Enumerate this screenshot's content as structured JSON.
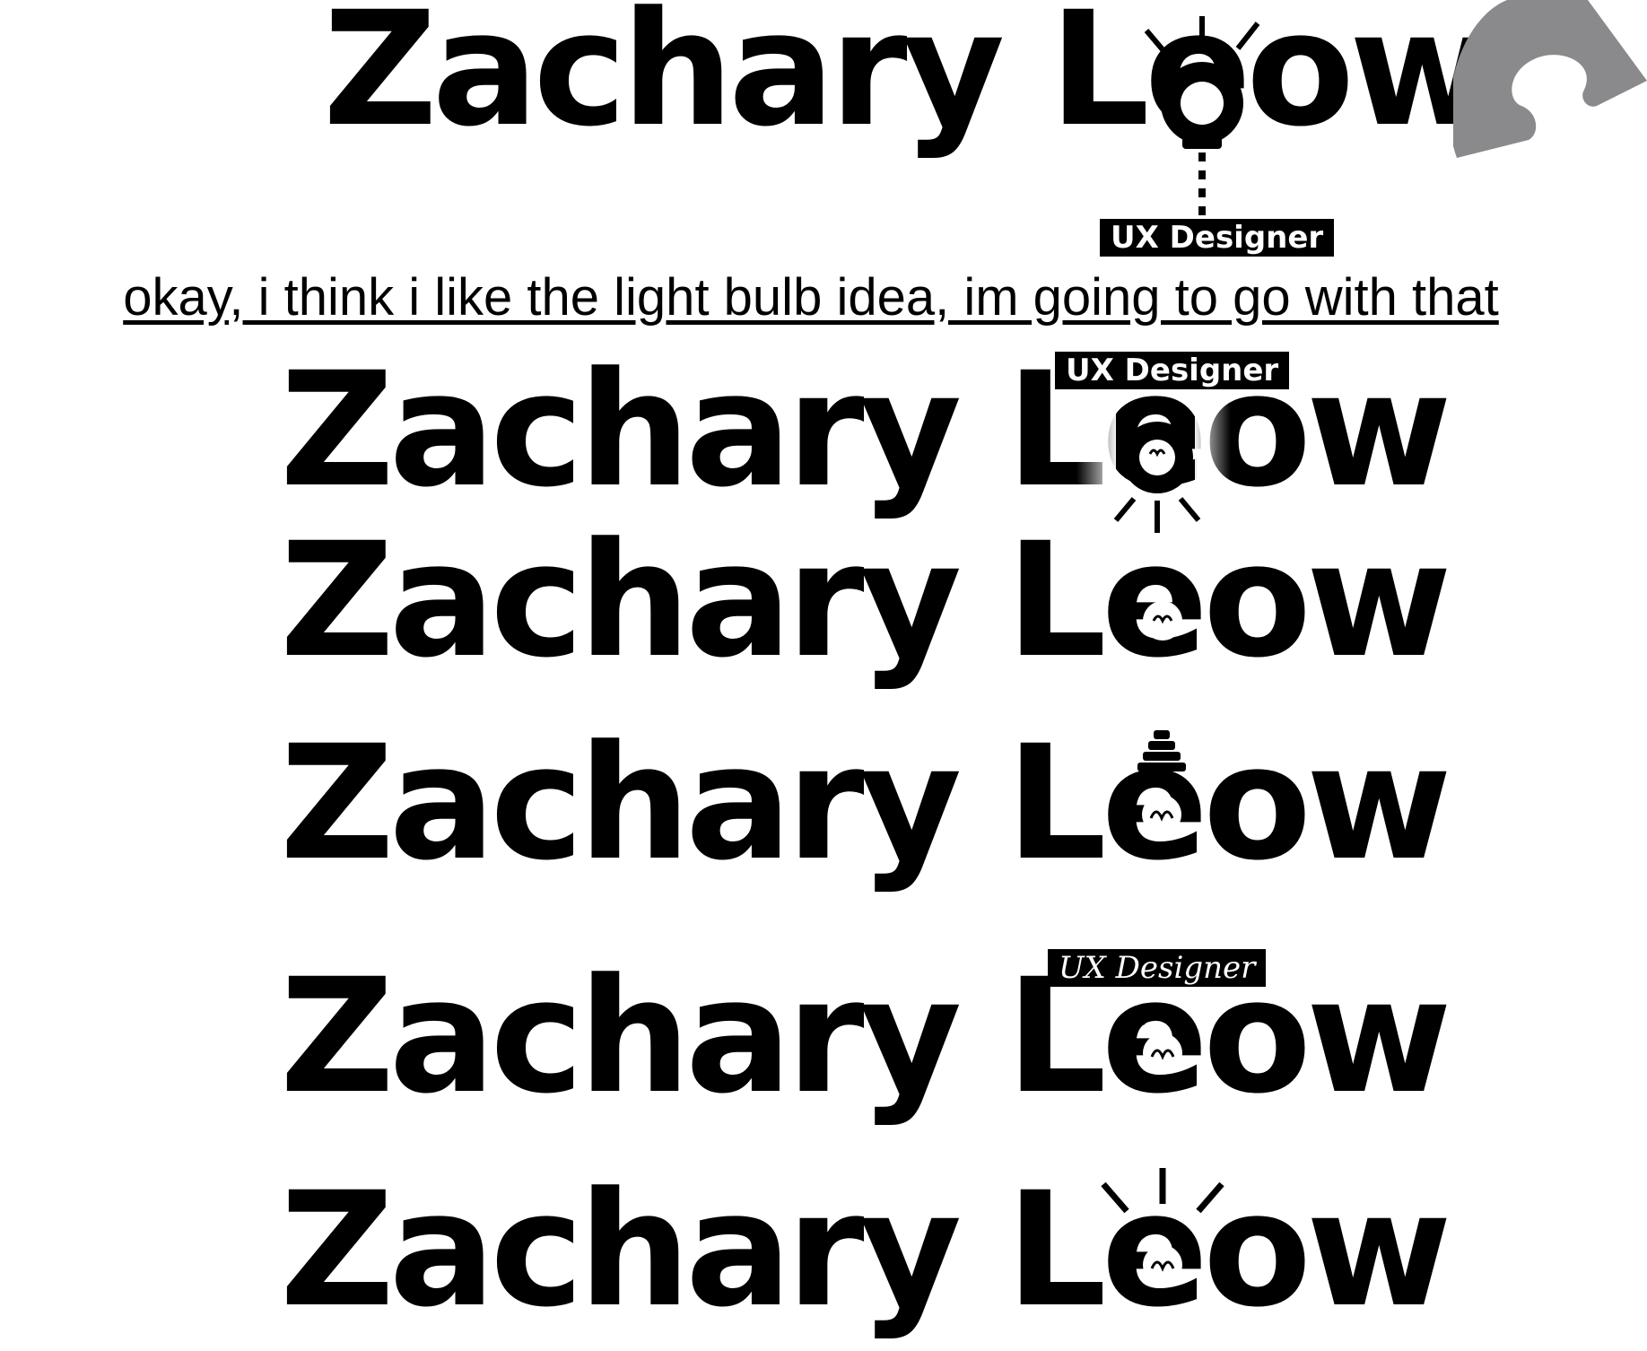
{
  "wordmarks": [
    {
      "text": "Zachary Leow"
    },
    {
      "text": "Zachary Leow"
    },
    {
      "text": "Zachary Leow"
    },
    {
      "text": "Zachary Leow"
    },
    {
      "text": "Zachary Leow"
    },
    {
      "text": "Zachary Leow"
    }
  ],
  "caption": "okay, i think i like the light bulb idea, im going to go with that",
  "tags": {
    "top": "UX Designer",
    "second": "UX Designer",
    "fifth": "UX Designer"
  },
  "colors": {
    "ink": "#000000",
    "paper": "#ffffff",
    "gray_shape": "#8a8a8c"
  }
}
